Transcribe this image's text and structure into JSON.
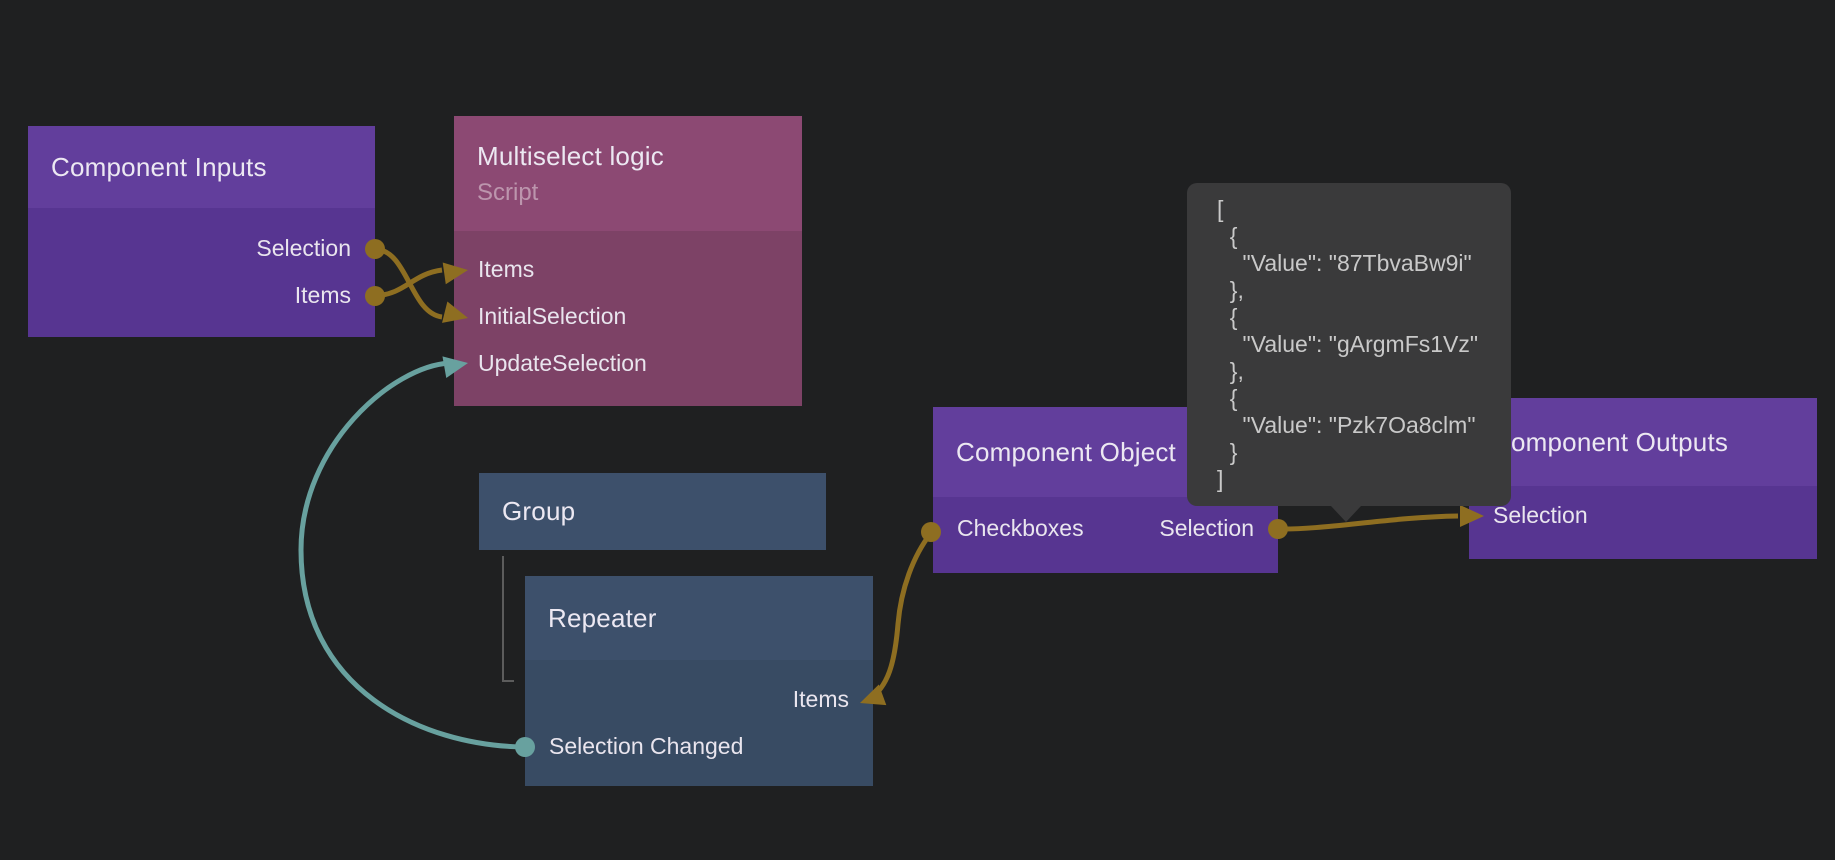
{
  "colors": {
    "background": "#1f2021",
    "node_purple_header": "#623e9c",
    "node_purple_body": "#573591",
    "node_mauve_header": "#8c4973",
    "node_mauve_body": "#7d4266",
    "node_blue_header": "#3d506b",
    "node_blue_body": "#384b63",
    "wire_gold": "#8e6e21",
    "wire_teal": "#68a19f",
    "tooltip_background": "#3a3a3b"
  },
  "nodes": {
    "component_inputs": {
      "title": "Component Inputs",
      "ports": {
        "selection": "Selection",
        "items": "Items"
      }
    },
    "multiselect_logic": {
      "title": "Multiselect logic",
      "subtitle": "Script",
      "ports": {
        "items": "Items",
        "initial_selection": "InitialSelection",
        "update_selection": "UpdateSelection"
      }
    },
    "group": {
      "title": "Group"
    },
    "repeater": {
      "title": "Repeater",
      "ports": {
        "items": "Items",
        "selection_changed": "Selection Changed"
      }
    },
    "component_object": {
      "title": "Component Object",
      "ports": {
        "checkboxes": "Checkboxes",
        "selection": "Selection"
      }
    },
    "component_outputs": {
      "title": "Component Outputs",
      "ports": {
        "selection": "Selection"
      }
    }
  },
  "connections": [
    {
      "from": "Component Inputs.Selection",
      "to": "Multiselect logic.InitialSelection",
      "color": "gold"
    },
    {
      "from": "Component Inputs.Items",
      "to": "Multiselect logic.Items",
      "color": "gold"
    },
    {
      "from": "Repeater.Selection Changed",
      "to": "Multiselect logic.UpdateSelection",
      "color": "teal"
    },
    {
      "from": "Component Object.Checkboxes",
      "to": "Repeater.Items",
      "color": "gold"
    },
    {
      "from": "Component Object.Selection",
      "to": "Component Outputs.Selection",
      "color": "gold"
    }
  ],
  "tooltip": {
    "text": "[\n  {\n    \"Value\": \"87TbvaBw9i\"\n  },\n  {\n    \"Value\": \"gArgmFs1Vz\"\n  },\n  {\n    \"Value\": \"Pzk7Oa8clm\"\n  }\n]"
  }
}
